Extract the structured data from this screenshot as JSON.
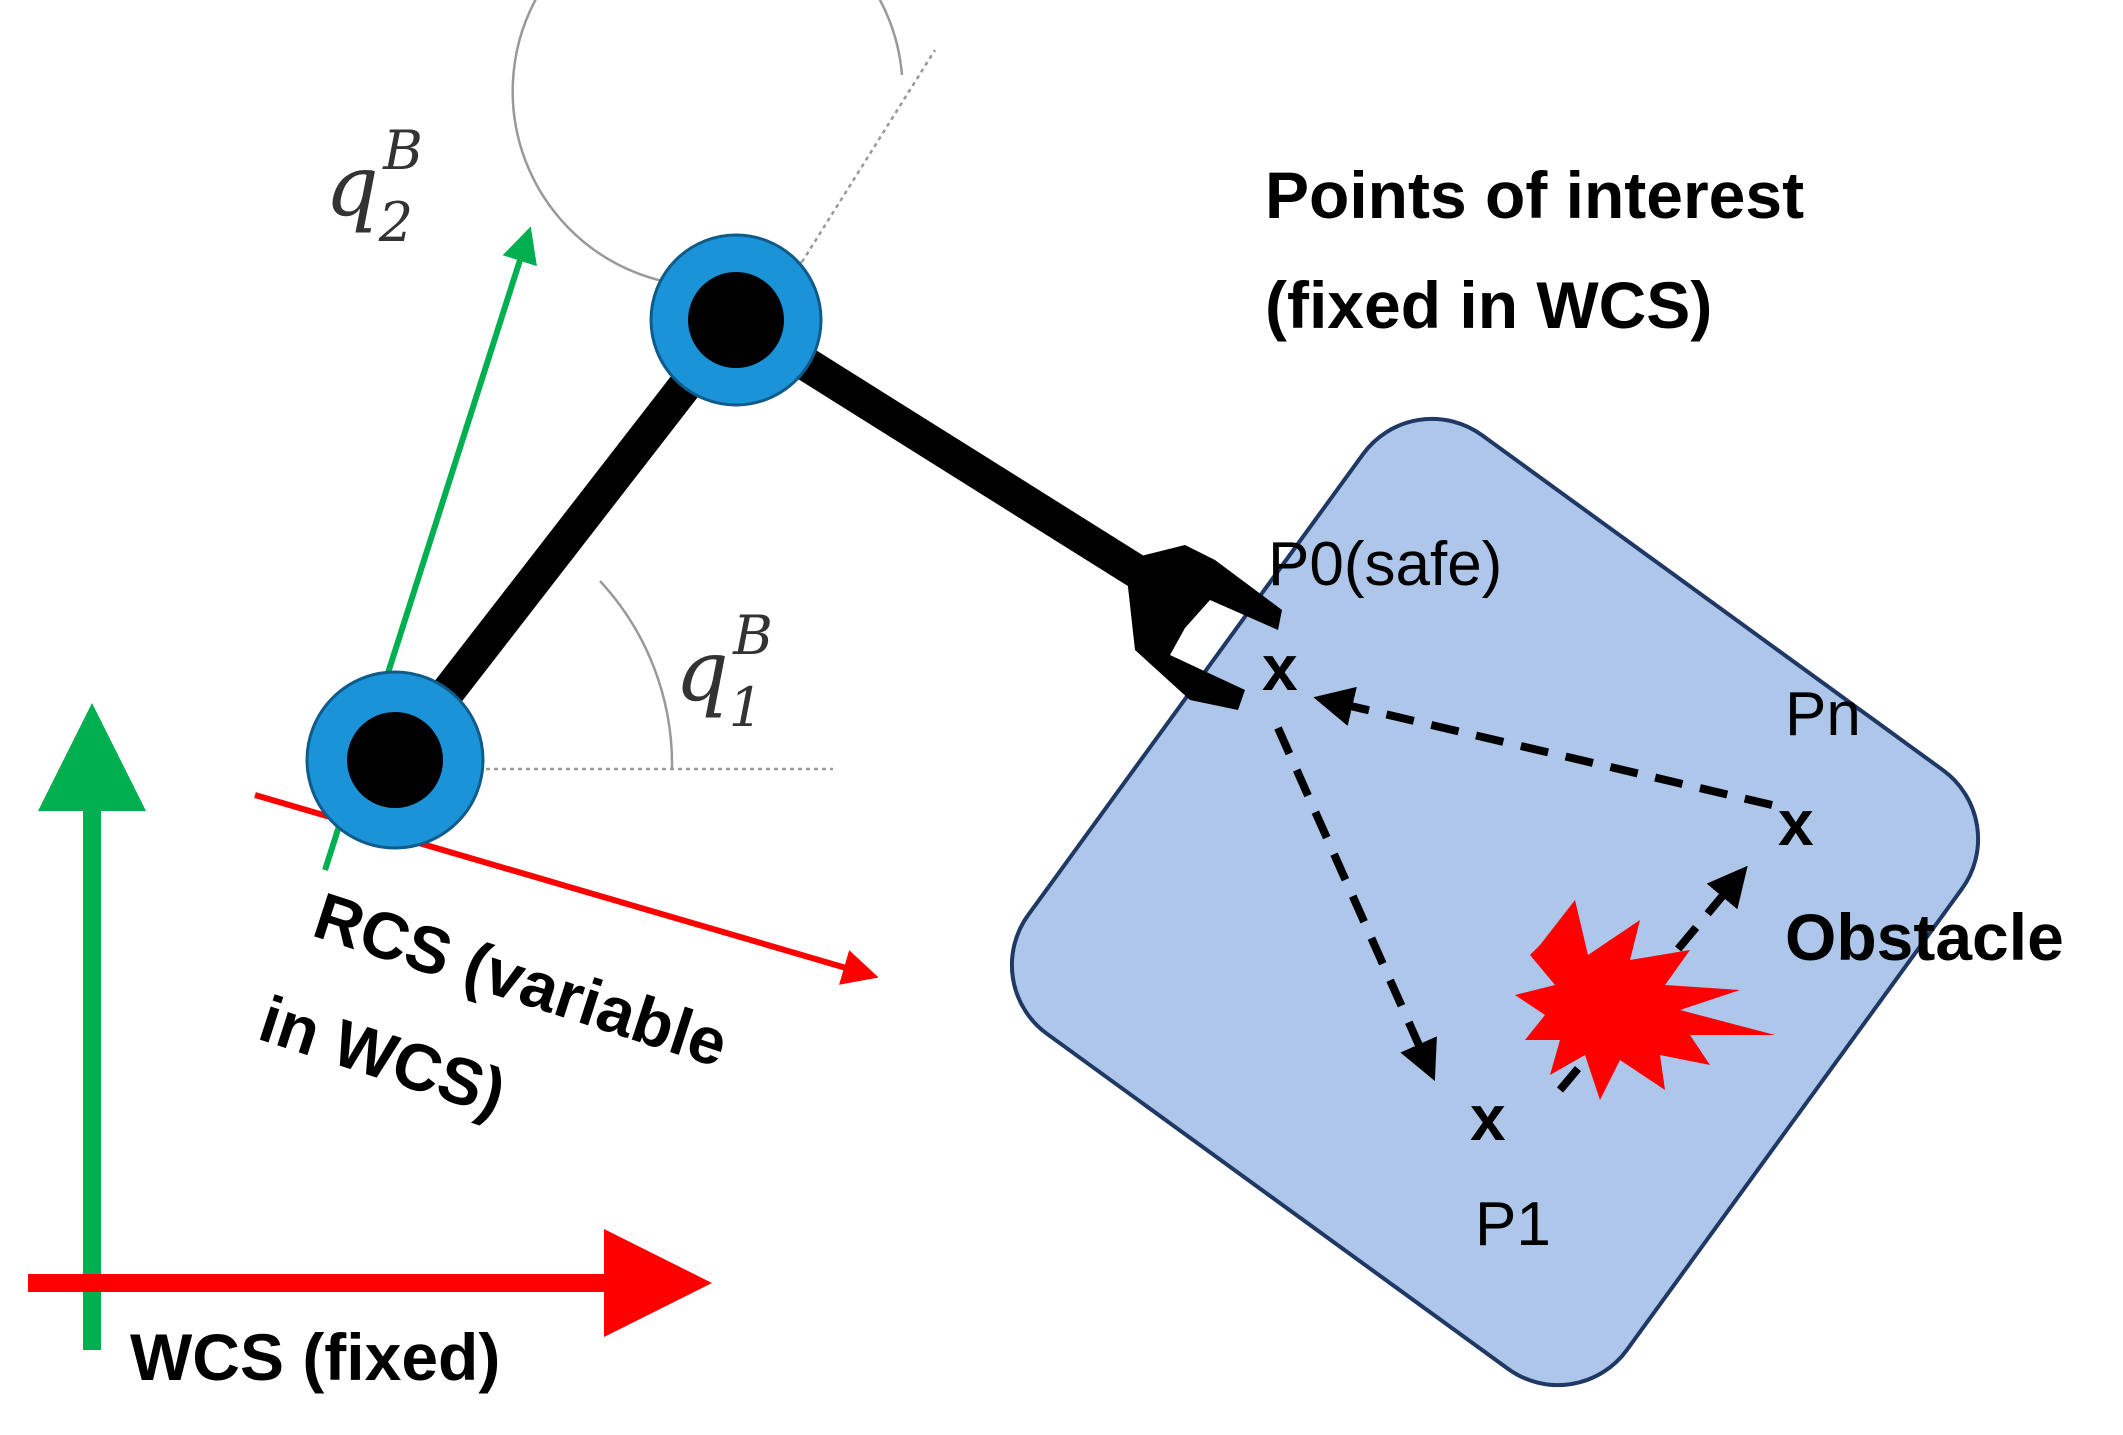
{
  "labels": {
    "points_of_interest_line1": "Points of interest",
    "points_of_interest_line2": "(fixed in WCS)",
    "rcs_line1": "RCS (variable",
    "rcs_line2": "in WCS)",
    "wcs": "WCS (fixed)",
    "obstacle": "Obstacle"
  },
  "joint_angles": {
    "q2": {
      "base": "q",
      "sub": "2",
      "sup": "B"
    },
    "q1": {
      "base": "q",
      "sub": "1",
      "sup": "B"
    }
  },
  "points": {
    "p0": "P0(safe)",
    "pn": "Pn",
    "p1": "P1",
    "marker": "x"
  },
  "colors": {
    "x_axis": "#ff0000",
    "y_axis": "#00b050",
    "workspace_fill": "#adc6e9",
    "workspace_stroke": "#1f3864",
    "joint_ring": "#1b93d8",
    "arm": "#000000",
    "obstacle": "#ff0000"
  }
}
